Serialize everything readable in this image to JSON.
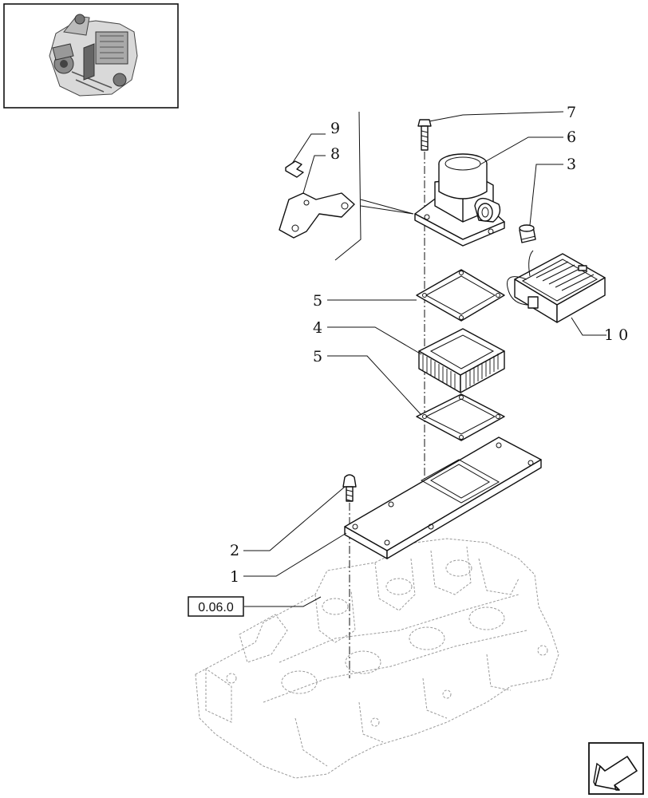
{
  "callouts": {
    "c1": "1",
    "c2": "2",
    "c3": "3",
    "c4": "4",
    "c5a": "5",
    "c5b": "5",
    "c6": "6",
    "c7": "7",
    "c8": "8",
    "c9": "9",
    "c10": "1 0"
  },
  "reference_box": {
    "label": "0.06.0"
  },
  "icons": {
    "thumbnail": "engine-thumbnail-icon",
    "navigation": "next-page-arrow-icon"
  }
}
